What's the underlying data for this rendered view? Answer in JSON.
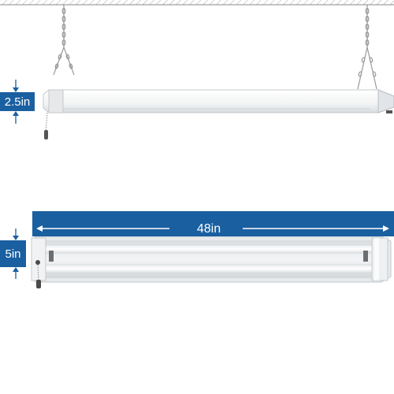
{
  "dimensions": {
    "height_top": "2.5in",
    "height_bottom": "5in",
    "length": "48in"
  },
  "colors": {
    "accent_blue": "#1a5fa0",
    "arrow_blue": "#1a5fa0",
    "fixture_white": "#f4f5f6",
    "ceiling_line": "#888888",
    "chain_gray": "#9a9a9a"
  },
  "icons": [
    "ceiling-hatch",
    "hanging-chain",
    "pull-chain-switch",
    "led-tube",
    "dimension-arrow"
  ]
}
